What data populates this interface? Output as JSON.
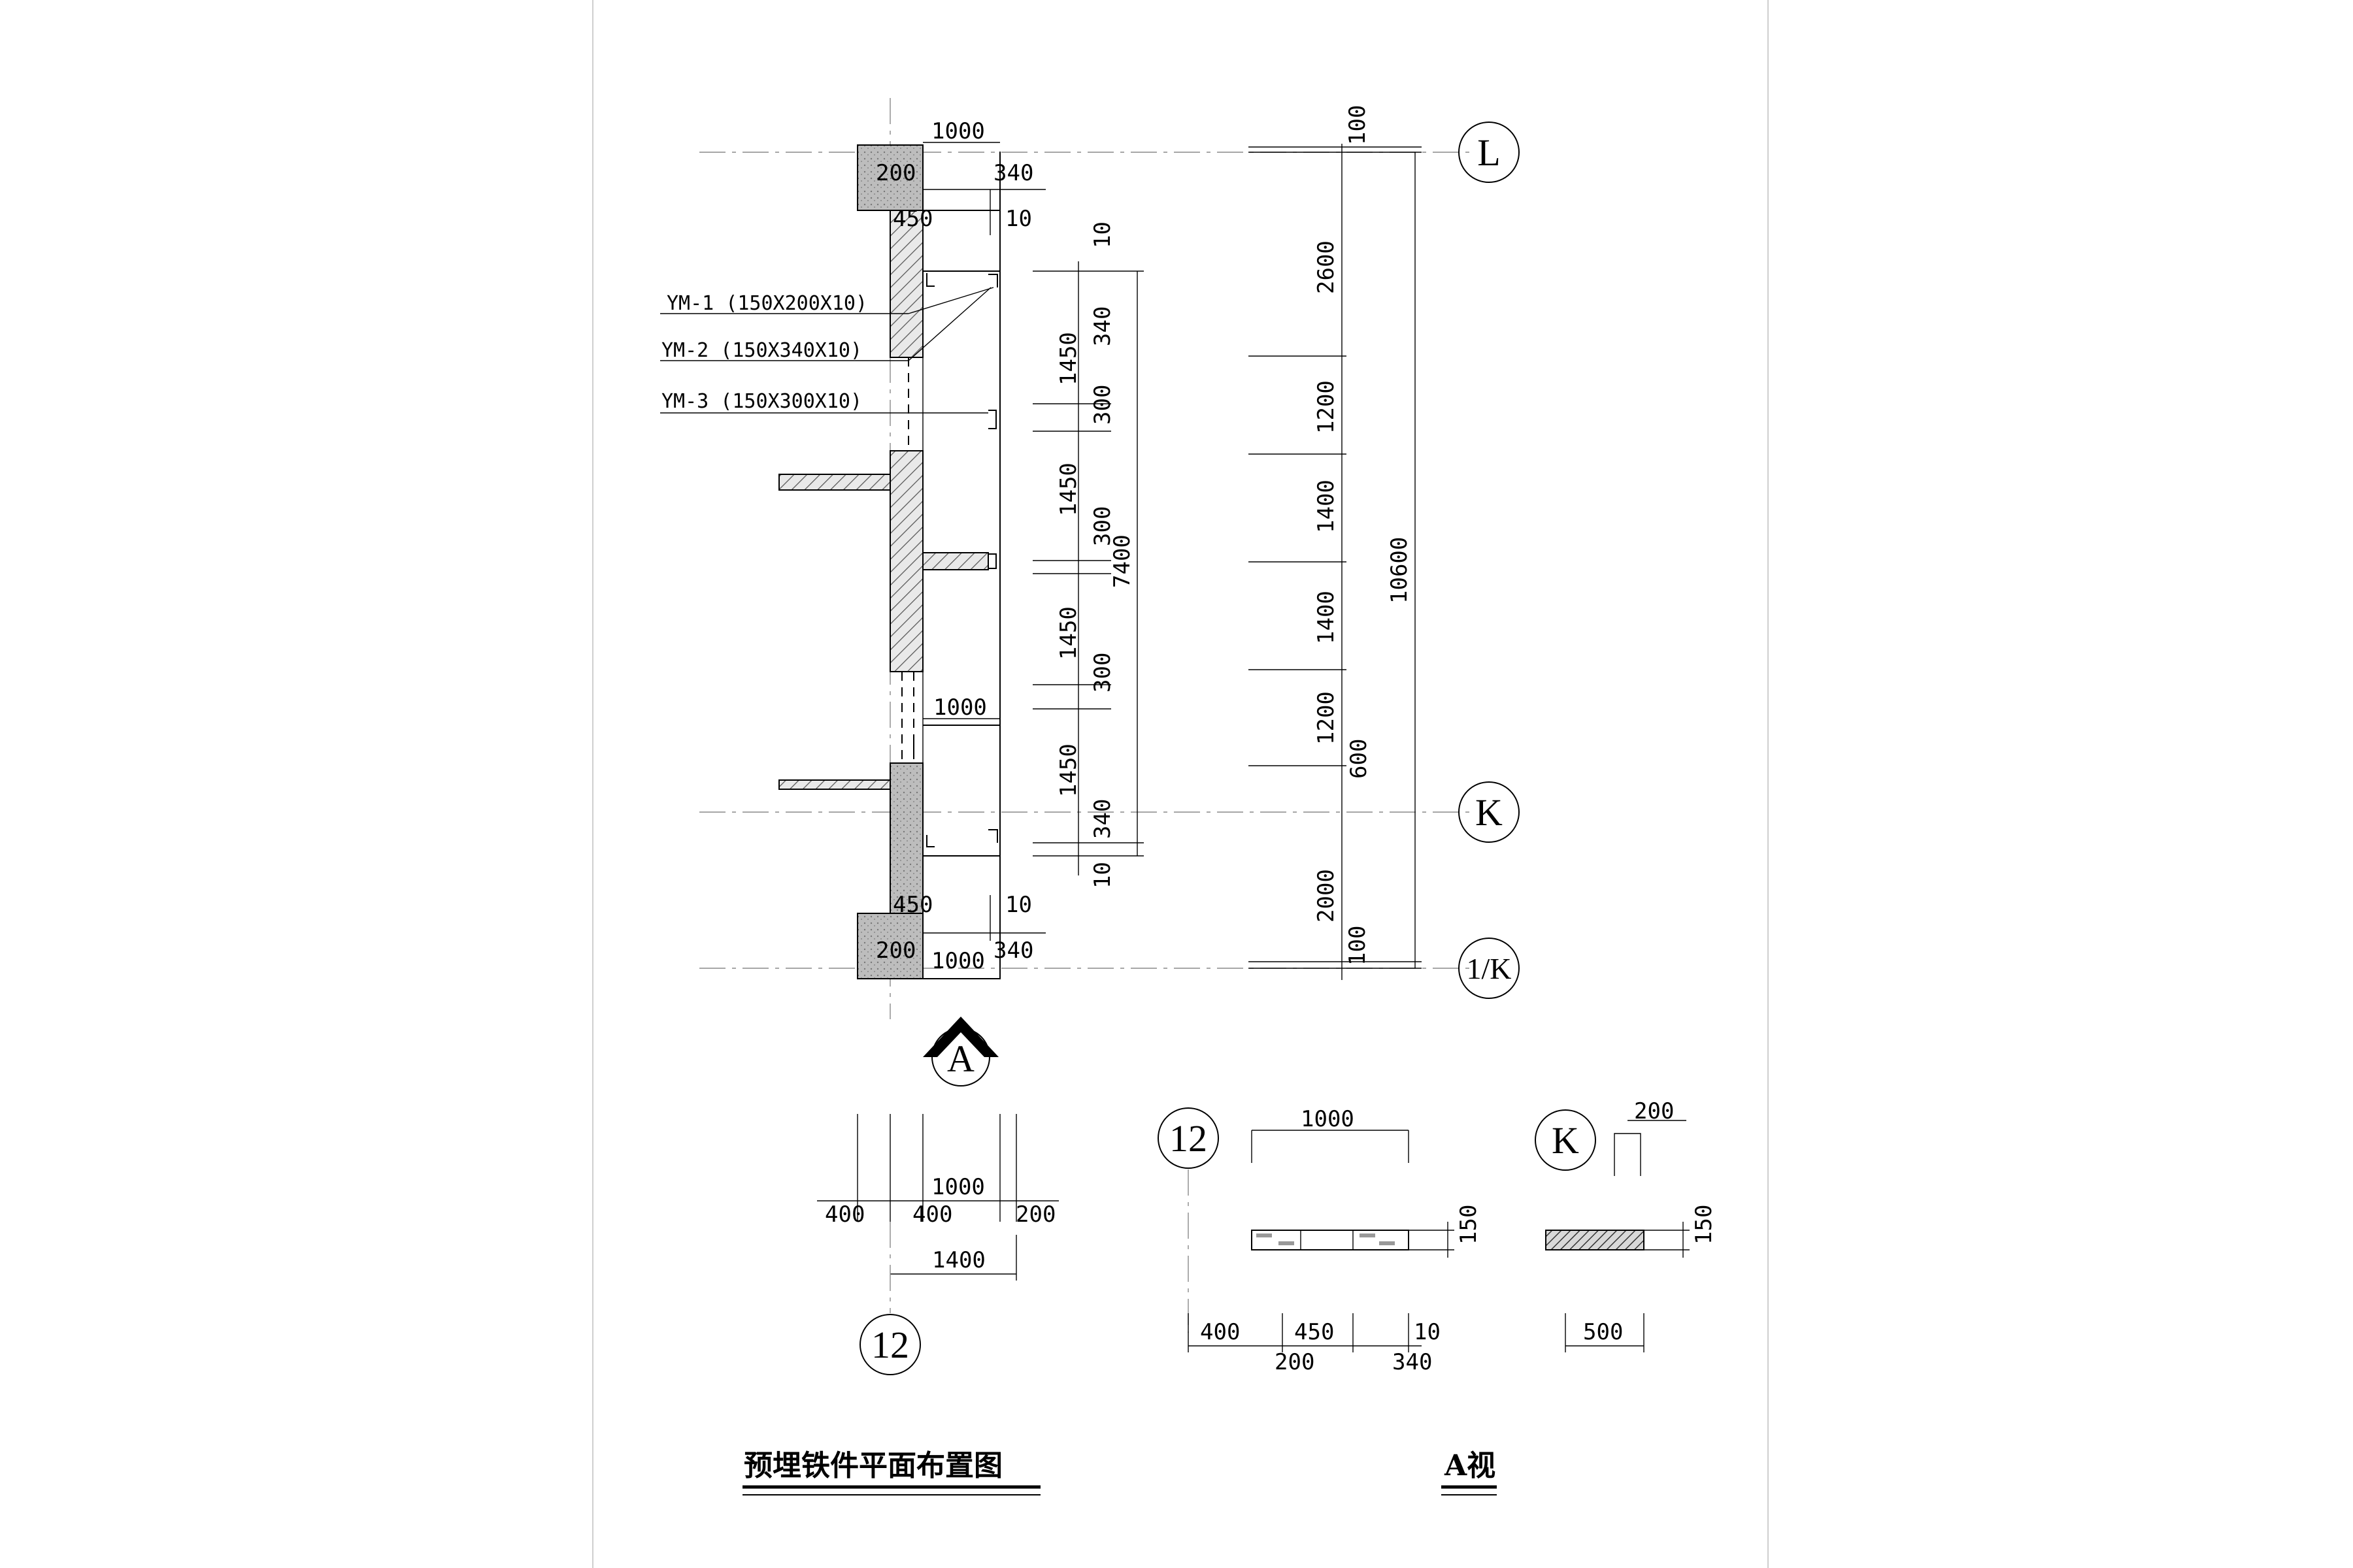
{
  "title_left": "预埋铁件平面布置图",
  "title_right": "A视",
  "axes": {
    "L": "L",
    "K": "K",
    "K1": "1/K",
    "A": "A",
    "a12": "12",
    "b12": "12",
    "bK": "K"
  },
  "labels": {
    "ym1": "YM-1 (150X200X10)",
    "ym2": "YM-2 (150X340X10)",
    "ym3": "YM-3 (150X300X10)"
  },
  "plan_dims": {
    "top_1000": "1000",
    "top_200": "200",
    "top_340": "340",
    "top_450": "450",
    "top_10": "10",
    "mid_1000": "1000",
    "bot_1000": "1000",
    "bot_200": "200",
    "bot_340": "340",
    "bot_450": "450",
    "bot_10": "10",
    "c_10a": "10",
    "c_340a": "340",
    "c_1450a": "1450",
    "c_300a": "300",
    "c_1450b": "1450",
    "c_300b": "300",
    "c_1450c": "1450",
    "c_300c": "300",
    "c_1450d": "1450",
    "c_340b": "340",
    "c_10b": "10",
    "c_7400": "7400"
  },
  "right_dims": {
    "d100a": "100",
    "d2600": "2600",
    "d1200a": "1200",
    "d1400a": "1400",
    "d1400b": "1400",
    "d1200b": "1200",
    "d600": "600",
    "d2000": "2000",
    "d100b": "100",
    "d10600": "10600"
  },
  "bottom_left_dims": {
    "d1000": "1000",
    "d400a": "400",
    "d400b": "400",
    "d200": "200",
    "d1400": "1400"
  },
  "bottom_mid_dims": {
    "d1000": "1000",
    "d150": "150",
    "d400": "400",
    "d450": "450",
    "d10": "10",
    "d200": "200",
    "d340": "340"
  },
  "bottom_right_dims": {
    "d200": "200",
    "d150": "150",
    "d500": "500"
  }
}
